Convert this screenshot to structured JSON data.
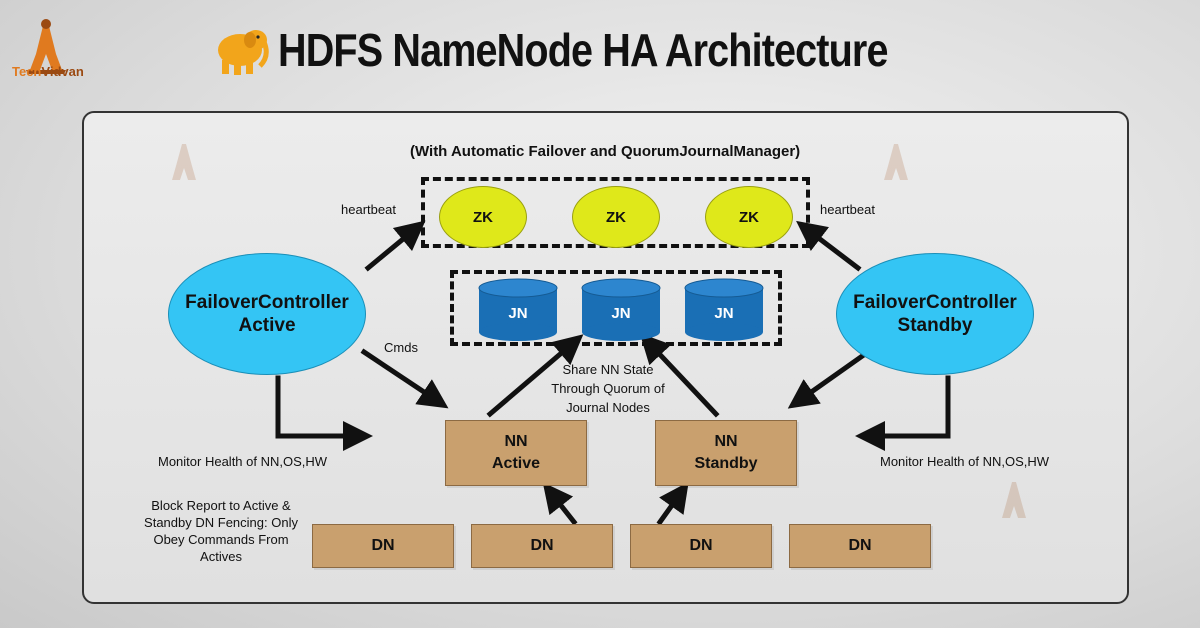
{
  "brand": {
    "name_part1": "Tech",
    "name_part2": "Vidvan"
  },
  "title": "HDFS NameNode HA Architecture",
  "subtitle": "(With Automatic Failover and QuorumJournalManager)",
  "zookeeper": [
    "ZK",
    "ZK",
    "ZK"
  ],
  "journal_nodes": [
    "JN",
    "JN",
    "JN"
  ],
  "failover_active": {
    "line1": "FailoverController",
    "line2": "Active"
  },
  "failover_standby": {
    "line1": "FailoverController",
    "line2": "Standby"
  },
  "nn_active": {
    "line1": "NN",
    "line2": "Active"
  },
  "nn_standby": {
    "line1": "NN",
    "line2": "Standby"
  },
  "data_nodes": [
    "DN",
    "DN",
    "DN",
    "DN"
  ],
  "labels": {
    "heartbeat_left": "heartbeat",
    "heartbeat_right": "heartbeat",
    "cmds": "Cmds",
    "share_state_1": "Share NN State",
    "share_state_2": "Through Quorum of",
    "share_state_3": "Journal Nodes",
    "monitor_left": "Monitor Health of NN,OS,HW",
    "monitor_right": "Monitor Health of NN,OS,HW",
    "block_report_1": "Block Report to Active &",
    "block_report_2": "Standby DN Fencing: Only",
    "block_report_3": "Obey Commands From",
    "block_report_4": "Actives"
  },
  "colors": {
    "zk_fill": "#dfe81a",
    "fc_fill": "#34c5f4",
    "jn_fill": "#1a6fb5",
    "box_fill": "#c9a06e",
    "brand_orange": "#e07a1f"
  }
}
